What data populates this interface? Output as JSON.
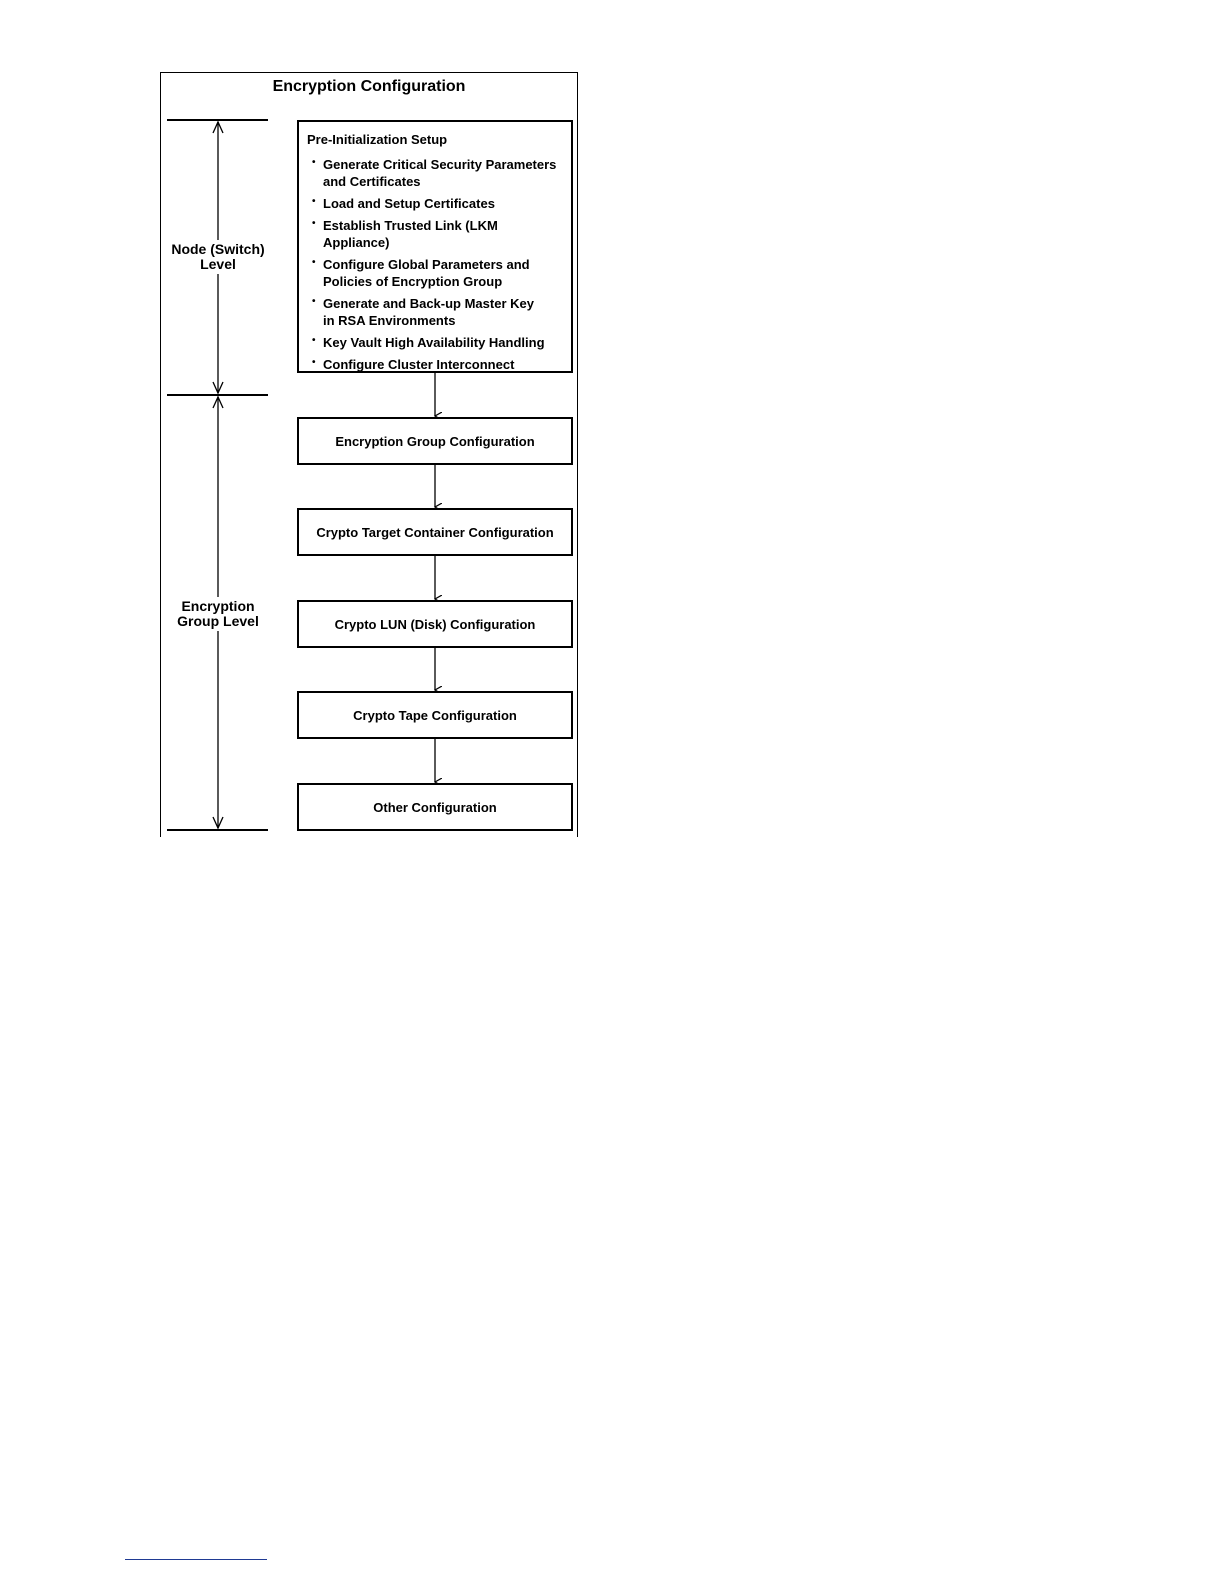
{
  "title": "Encryption Configuration",
  "levels": {
    "node": [
      "Node (Switch)",
      "Level"
    ],
    "group": [
      "Encryption",
      "Group Level"
    ]
  },
  "pre_init": {
    "title": "Pre-Initialization Setup",
    "items": [
      [
        "Generate Critical Security Parameters",
        "and Certificates"
      ],
      [
        "Load and Setup Certificates"
      ],
      [
        "Establish Trusted Link (LKM Appliance)"
      ],
      [
        "Configure Global Parameters and",
        "Policies of Encryption Group"
      ],
      [
        "Generate and Back-up Master Key",
        "in RSA Environments"
      ],
      [
        "Key Vault High Availability Handling"
      ],
      [
        "Configure Cluster Interconnect"
      ]
    ]
  },
  "steps": [
    "Encryption Group Configuration",
    "Crypto Target Container Configuration",
    "Crypto LUN (Disk) Configuration",
    "Crypto Tape Configuration",
    "Other Configuration"
  ]
}
